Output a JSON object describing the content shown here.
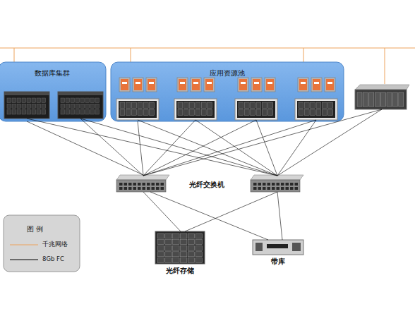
{
  "diagram": {
    "nodes": [
      {
        "text": [
          "数据库集群"
        ]
      },
      {
        "text": [
          "应用资源池"
        ]
      },
      {
        "text": [
          "光纤交换机"
        ]
      },
      {
        "text": [
          "光纤存储"
        ]
      },
      {
        "text": [
          "带库"
        ]
      }
    ],
    "edges": [
      {
        "from": 0,
        "to": 2,
        "arrow": "none"
      },
      {
        "from": 1,
        "to": 2,
        "arrow": "none"
      },
      {
        "from": 2,
        "to": 3,
        "arrow": "none"
      },
      {
        "from": 2,
        "to": 4,
        "arrow": "none"
      }
    ],
    "labels": [
      "图 例"
    ],
    "legend": [
      {
        "text": "千兆网络"
      },
      {
        "text": "8Gb FC"
      }
    ]
  }
}
